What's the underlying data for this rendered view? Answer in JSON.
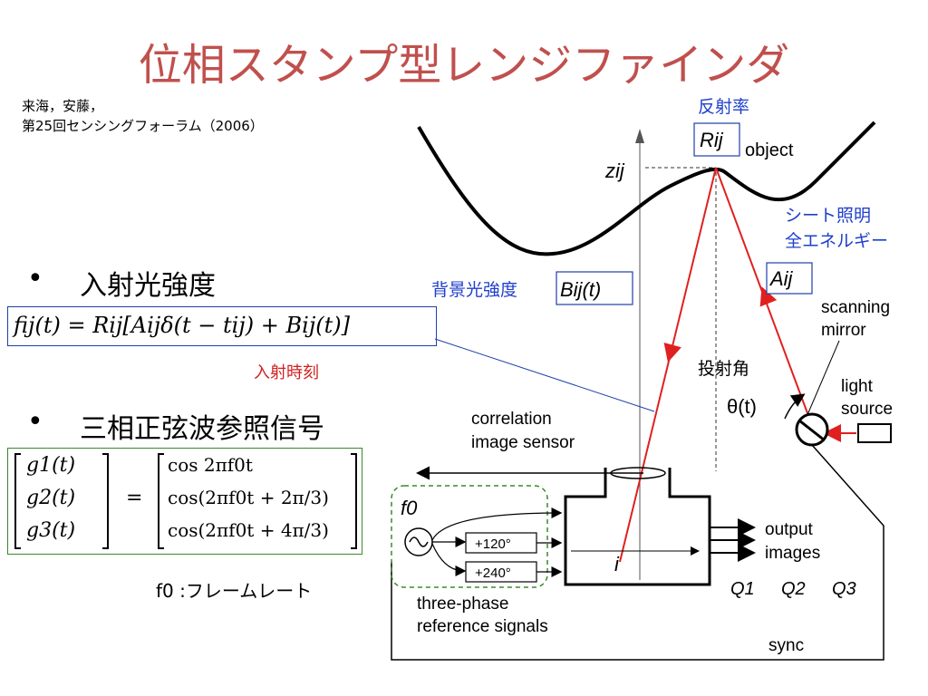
{
  "slide": {
    "title": "位相スタンプ型レンジファインダ",
    "citation_line1": "来海，安藤，",
    "citation_line2": "第25回センシングフォーラム（2006）"
  },
  "left": {
    "bullet1_marker": "•",
    "bullet1": "入射光強度",
    "formula1": "fij(t) = Rij[Aijδ(t − tij) + Bij(t)]",
    "note_incidence_time": "入射時刻",
    "bullet2_marker": "•",
    "bullet2": "三相正弦波参照信号",
    "matrix_left": [
      "g1(t)",
      "g2(t)",
      "g3(t)"
    ],
    "matrix_eq": "=",
    "matrix_right": [
      "cos 2πf0t",
      "cos(2πf0t + 2π/3)",
      "cos(2πf0t + 4π/3)"
    ],
    "frame_rate": "f0 :フレームレート"
  },
  "diagram": {
    "reflectance_jp": "反射率",
    "reflectance_sym": "Rij",
    "object_label": "object",
    "z_label": "zij",
    "sheet_illum_line1": "シート照明",
    "sheet_illum_line2": "全エネルギー",
    "background_jp": "背景光強度",
    "background_sym": "Bij(t)",
    "a_sym": "Aij",
    "scanning_line1": "scanning",
    "scanning_line2": "mirror",
    "projection_angle_jp": "投射角",
    "theta_label": "θ(t)",
    "light_line1": "light",
    "light_line2": "source",
    "correlation_line1": "correlation",
    "correlation_line2": "image sensor",
    "f0_label": "f0",
    "phase120": "+120°",
    "phase240": "+240°",
    "pixel_label": "i",
    "output_line1": "output",
    "output_line2": "images",
    "q_labels": [
      "Q1",
      "Q2",
      "Q3"
    ],
    "three_phase_line1": "three-phase",
    "three_phase_line2": "reference signals",
    "sync_label": "sync"
  },
  "colors": {
    "title": "#c0504d",
    "beam": "#e02020",
    "japanese_blue": "#1f3fcc",
    "incidence_red": "#d02020",
    "matrix_border": "#3a8a2a"
  }
}
